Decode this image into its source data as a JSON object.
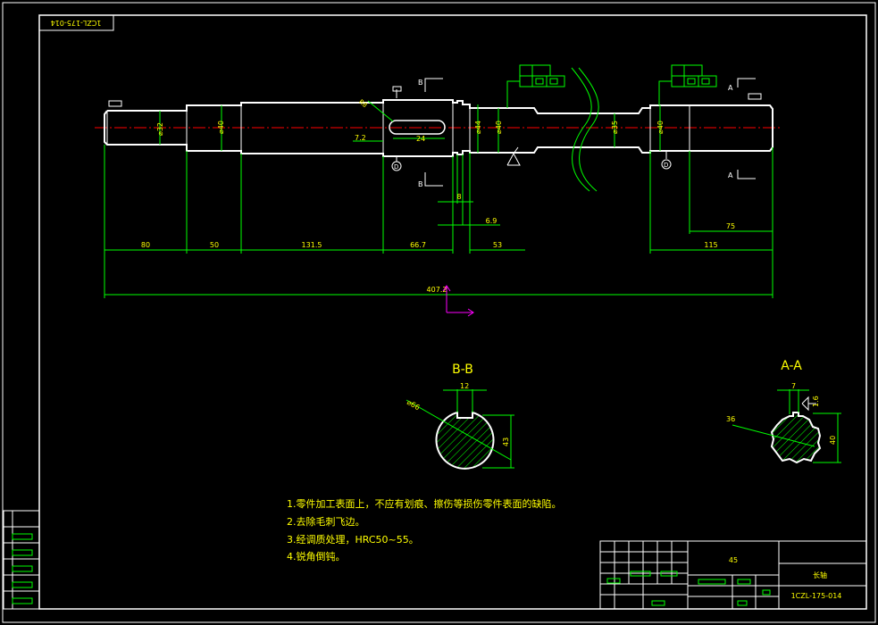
{
  "title_block": {
    "drawing_number_top": "1CZL-175-014",
    "drawing_number": "1CZL-175-014",
    "part_name": "长轴",
    "material": "45"
  },
  "shaft": {
    "diameters": {
      "d1": "⌀32",
      "d2": "⌀40",
      "d3": "⌀44",
      "d4": "⌀40",
      "d5": "⌀35",
      "d6": "⌀40"
    },
    "keyway": {
      "length": "24",
      "offset": "7.2",
      "chamfer": "R8"
    },
    "lengths": {
      "l1": "80",
      "l2": "50",
      "l3": "131.5",
      "l4": "66.7",
      "l5": "53",
      "l6": "115",
      "l7": "75",
      "l8": "8",
      "l9": "6.9",
      "total": "407.2"
    },
    "sections": {
      "b": "B",
      "a": "A"
    },
    "datum": "D"
  },
  "section_bb": {
    "title": "B-B",
    "width": "12",
    "height": "43",
    "diameter": "⌀66"
  },
  "section_aa": {
    "title": "A-A",
    "width": "7",
    "height": "40",
    "diameter": "36",
    "tolerance": "1.6"
  },
  "notes": [
    "1.零件加工表面上，不应有划痕、擦伤等损伤零件表面的缺陷。",
    "2.去除毛刺飞边。",
    "3.经调质处理，HRC50~55。",
    "4.锐角倒钝。"
  ],
  "colors": {
    "frame": "#ffffff",
    "part": "#ffffff",
    "dimension": "#00ff00",
    "text": "#ffff00",
    "centerline": "#ff0000",
    "ucs": "#ff00ff"
  }
}
